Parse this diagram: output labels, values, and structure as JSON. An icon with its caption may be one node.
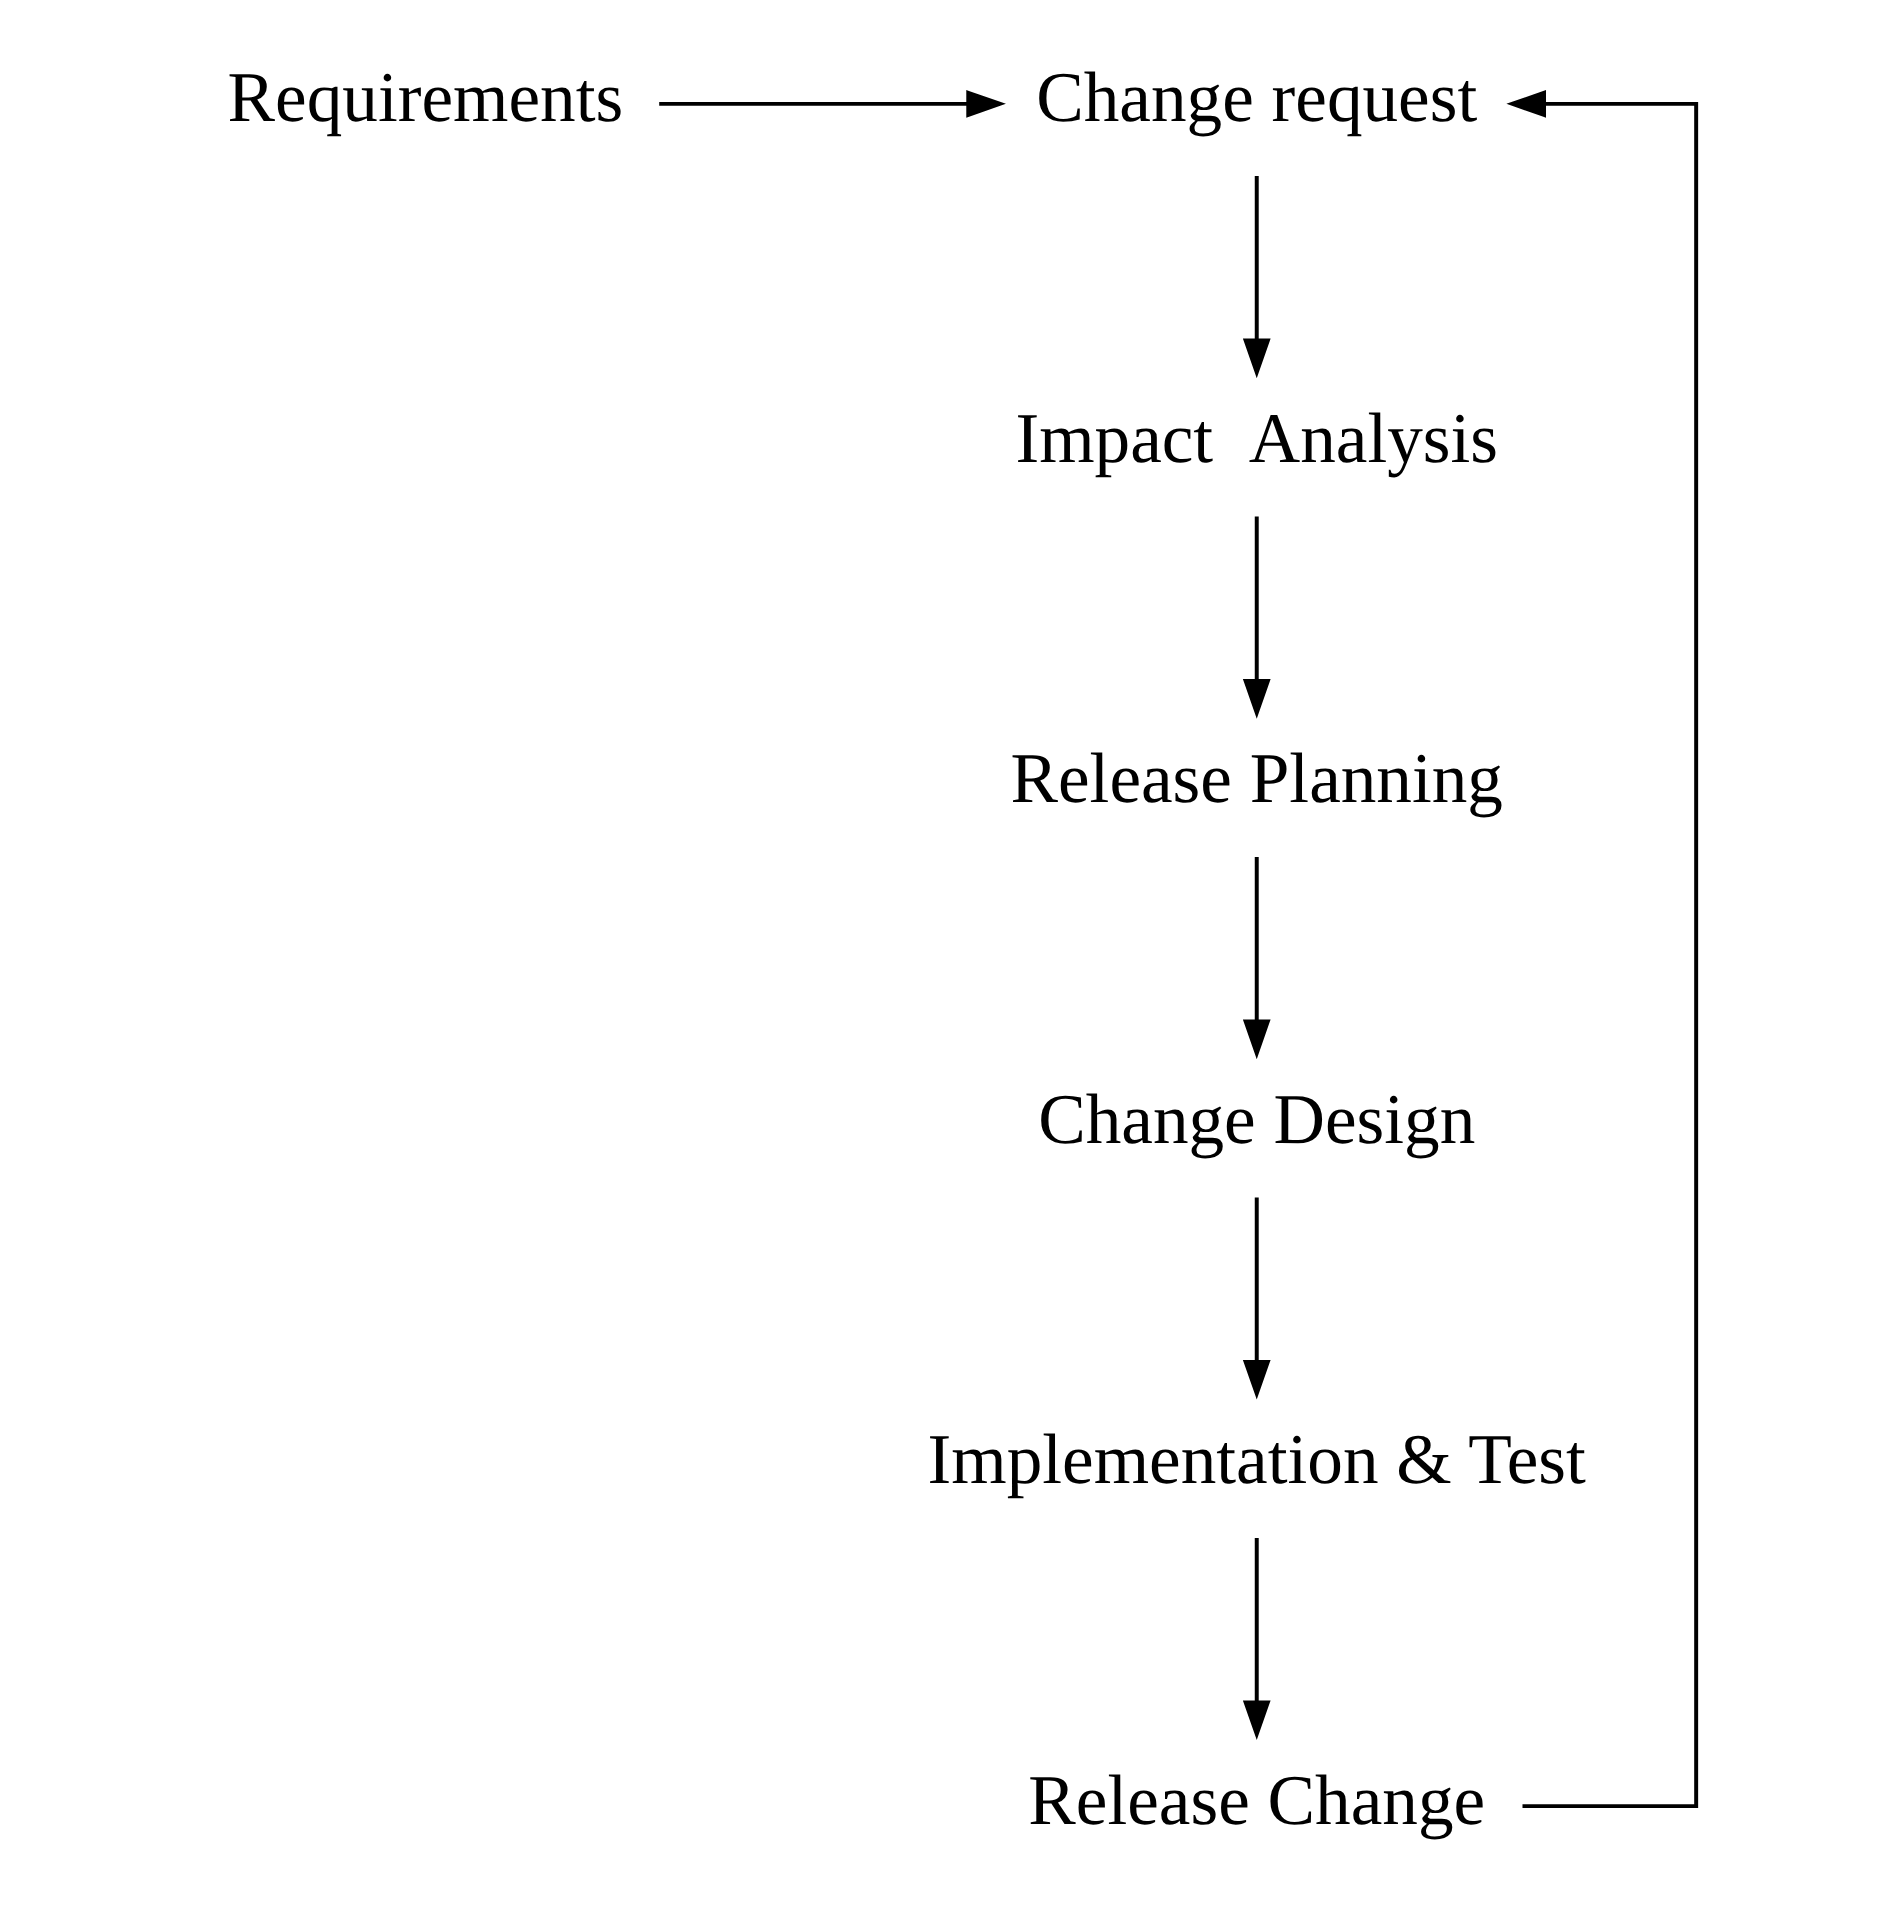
{
  "diagram": {
    "nodes": [
      {
        "text": [
          "Requirements"
        ]
      },
      {
        "text": [
          "Change request"
        ]
      },
      {
        "text": [
          "Impact  Analysis"
        ]
      },
      {
        "text": [
          "Release Planning"
        ]
      },
      {
        "text": [
          "Change Design"
        ]
      },
      {
        "text": [
          "Implementation & Test"
        ]
      },
      {
        "text": [
          "Release Change"
        ]
      }
    ],
    "edges": [
      {
        "from": 0,
        "to": 1,
        "arrow": "to"
      },
      {
        "from": 1,
        "to": 2,
        "arrow": "to"
      },
      {
        "from": 2,
        "to": 3,
        "arrow": "to"
      },
      {
        "from": 3,
        "to": 4,
        "arrow": "to"
      },
      {
        "from": 4,
        "to": 5,
        "arrow": "to"
      },
      {
        "from": 5,
        "to": 6,
        "arrow": "to"
      },
      {
        "from": 6,
        "to": 1,
        "arrow": "to"
      }
    ]
  }
}
